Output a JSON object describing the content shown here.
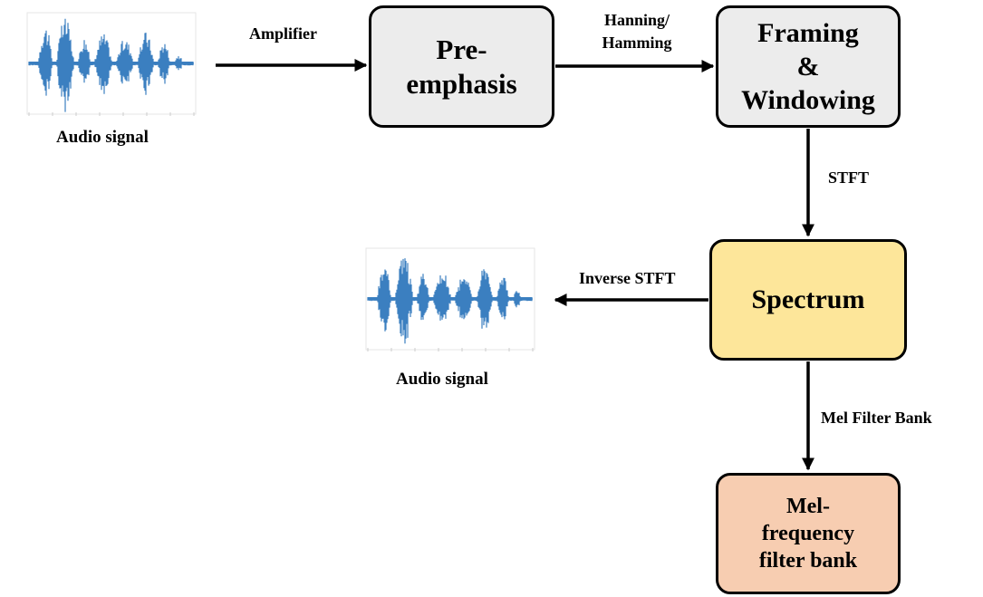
{
  "nodes": {
    "audio_in": {
      "label": "Audio signal"
    },
    "preemphasis": {
      "lines": [
        "Pre-",
        "emphasis"
      ]
    },
    "framing": {
      "lines": [
        "Framing",
        "&",
        "Windowing"
      ]
    },
    "spectrum": {
      "label": "Spectrum"
    },
    "audio_out": {
      "label": "Audio signal"
    },
    "melbank": {
      "lines": [
        "Mel-",
        "frequency",
        "filter bank"
      ]
    }
  },
  "edges": {
    "amplifier": "Amplifier",
    "hanning": [
      "Hanning/",
      "Hamming"
    ],
    "stft": "STFT",
    "inverse_stft": "Inverse STFT",
    "mel_filter_bank": "Mel Filter Bank"
  },
  "colors": {
    "process_box": "#ececec",
    "spectrum_box": "#fde69a",
    "mel_box": "#f7cdb1",
    "waveform": "#3b7fc0",
    "arrow": "#000000"
  }
}
